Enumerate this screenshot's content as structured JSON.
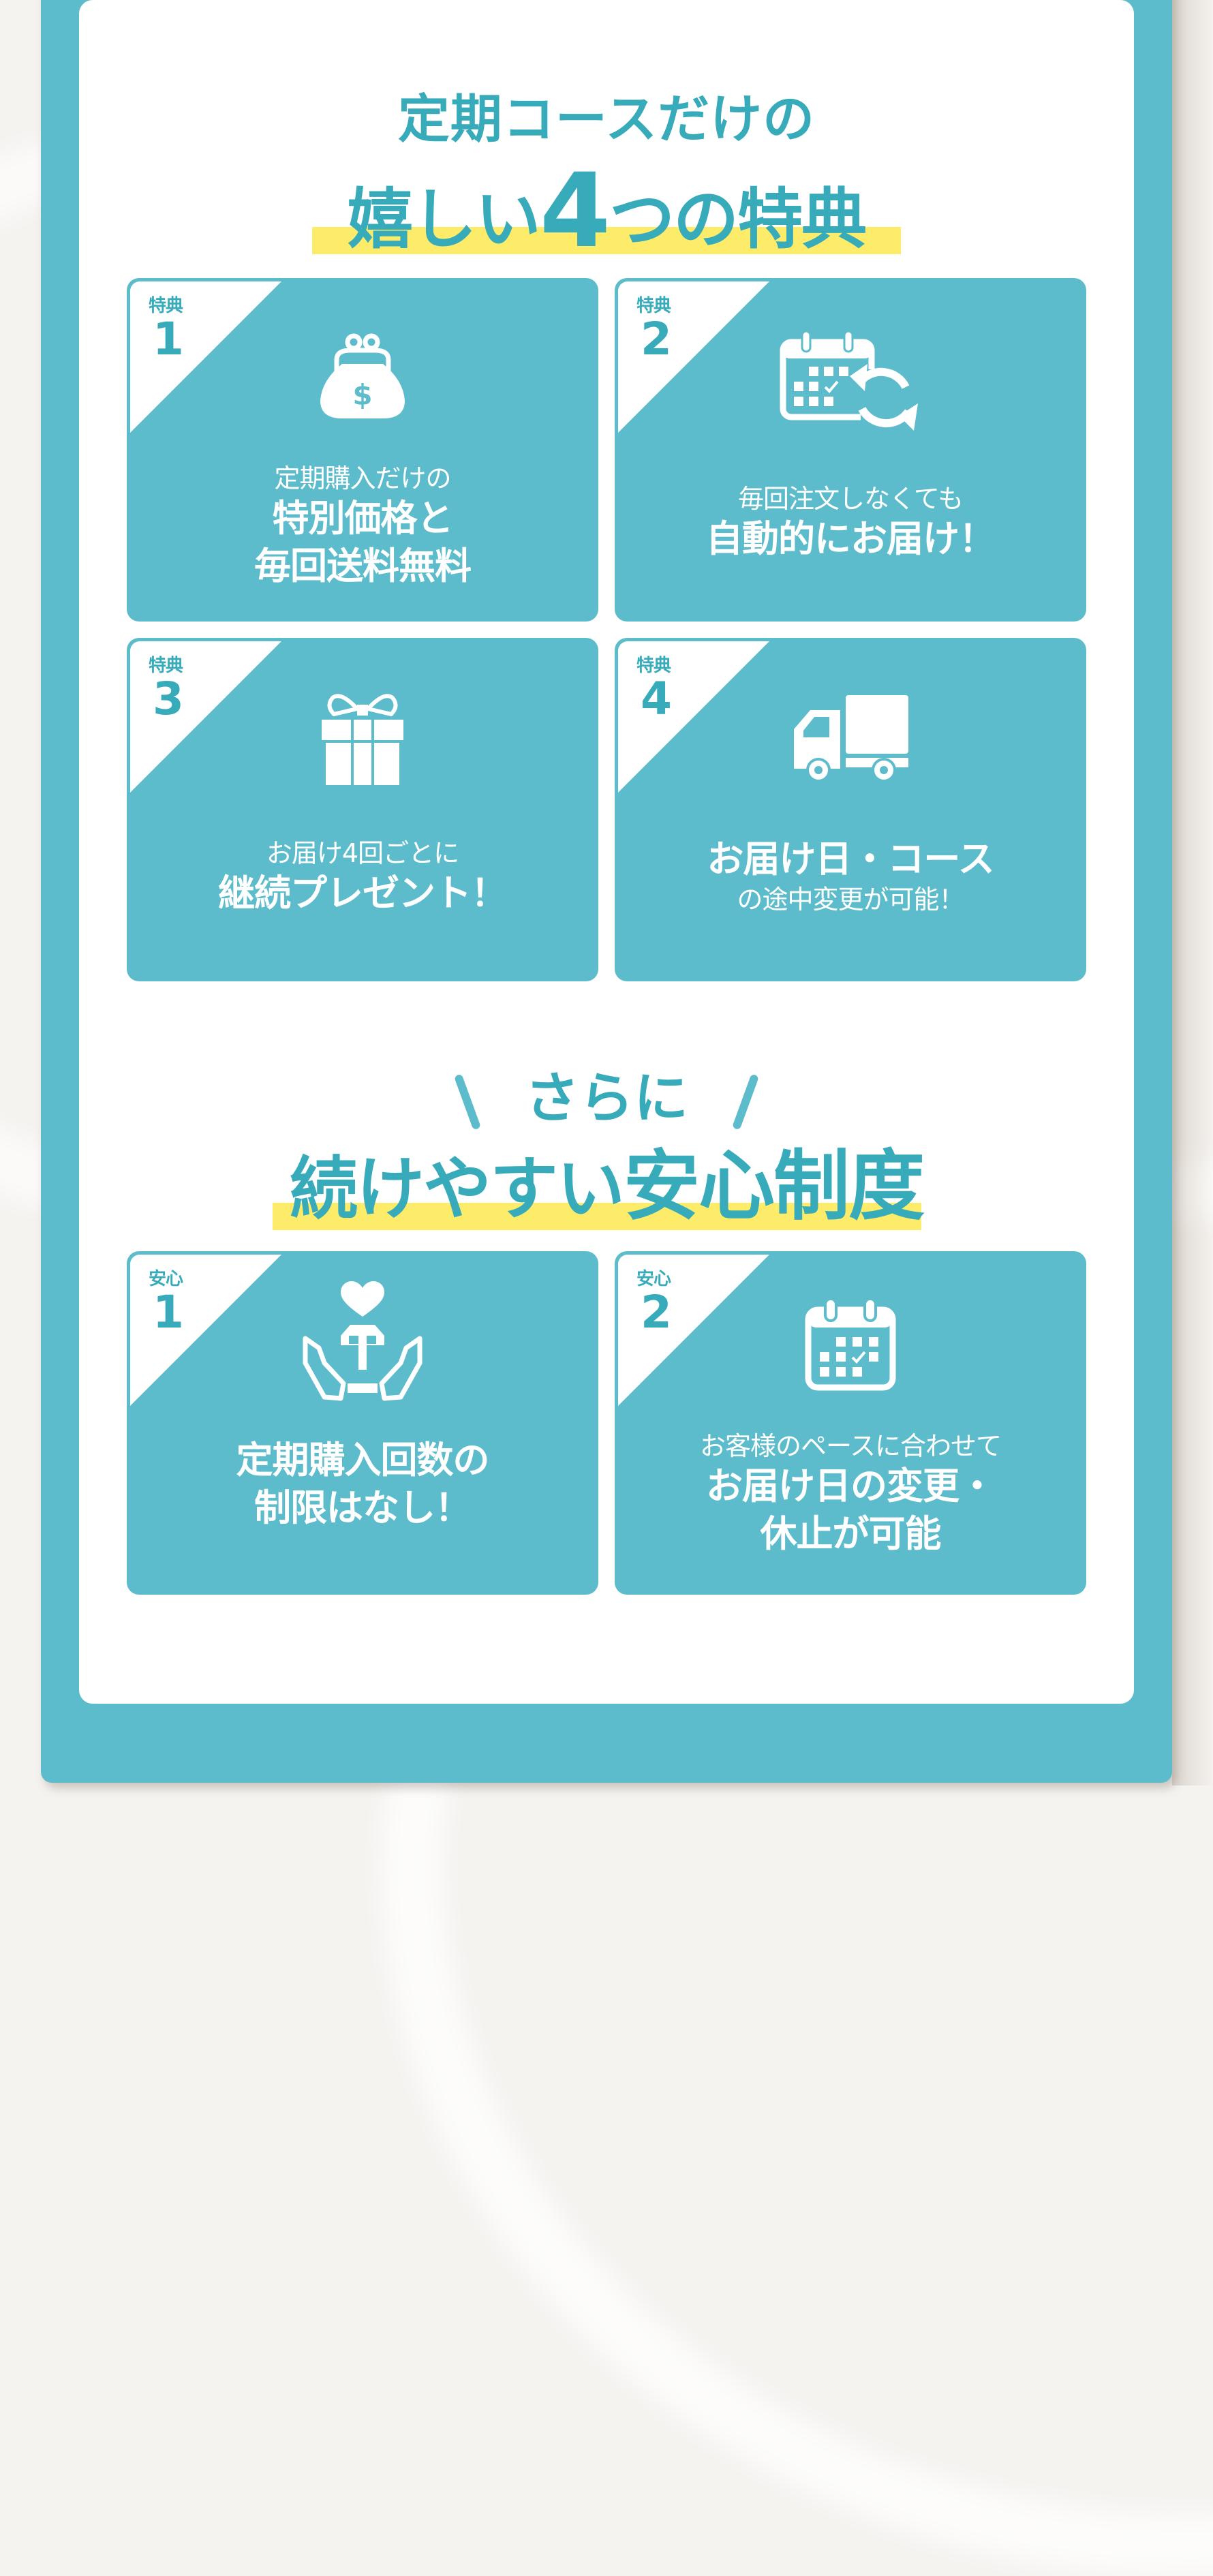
{
  "colors": {
    "teal": "#5dbccb",
    "teal_text": "#38abbb",
    "highlight_yellow": "#fdec6a",
    "panel_white": "#ffffff",
    "background": "#f5f3f0"
  },
  "section_benefits": {
    "heading_line1": "定期コースだけの",
    "heading_line2_prefix": "嬉しい",
    "heading_line2_number": "4",
    "heading_line2_suffix": "つの特典",
    "cards": [
      {
        "badge_label": "特典",
        "badge_number": "1",
        "icon": "coin-purse-dollar-icon",
        "lines": [
          "定期購入だけの",
          "特別価格と",
          "毎回送料無料"
        ]
      },
      {
        "badge_label": "特典",
        "badge_number": "2",
        "icon": "calendar-refresh-icon",
        "lines": [
          "毎回注文しなくても",
          "自動的にお届け！"
        ]
      },
      {
        "badge_label": "特典",
        "badge_number": "3",
        "icon": "gift-box-icon",
        "lines": [
          "お届け4回ごとに",
          "継続プレゼント！"
        ]
      },
      {
        "badge_label": "特典",
        "badge_number": "4",
        "icon": "delivery-truck-icon",
        "lines": [
          "お届け日・コース",
          "の途中変更が可能！"
        ]
      }
    ]
  },
  "section_assurance": {
    "subheading": "さらに",
    "heading_prefix": "続けやすい",
    "heading_strong": "安心制度",
    "cards": [
      {
        "badge_label": "安心",
        "badge_number": "1",
        "icon": "hands-holding-box-heart-icon",
        "lines": [
          "定期購入回数の",
          "制限はなし！"
        ]
      },
      {
        "badge_label": "安心",
        "badge_number": "2",
        "icon": "calendar-check-icon",
        "lines": [
          "お客様のペースに合わせて",
          "お届け日の変更・",
          "休止が可能"
        ]
      }
    ]
  }
}
